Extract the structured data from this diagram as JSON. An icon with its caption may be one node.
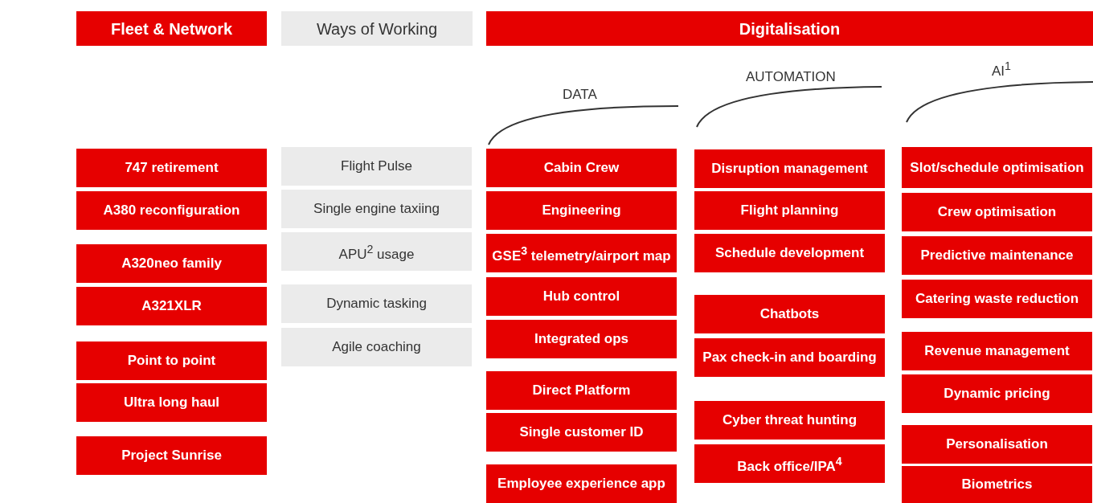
{
  "diagram": {
    "nodes": [
      {
        "text": [
          "Fleet & Network"
        ]
      },
      {
        "text": [
          "Ways of Working"
        ]
      },
      {
        "text": [
          "Digitalisation"
        ]
      },
      {
        "text": [
          "747 retirement"
        ]
      },
      {
        "text": [
          "A380 reconfiguration"
        ]
      },
      {
        "text": [
          "A320neo family"
        ]
      },
      {
        "text": [
          "A321XLR"
        ]
      },
      {
        "text": [
          "Point to point"
        ]
      },
      {
        "text": [
          "Ultra long haul"
        ]
      },
      {
        "text": [
          "Project Sunrise"
        ]
      },
      {
        "text": [
          "Flight Pulse"
        ]
      },
      {
        "text": [
          "Single engine taxiing"
        ]
      },
      {
        "text": [
          "APU$^{2}$ usage"
        ]
      },
      {
        "text": [
          "Dynamic tasking"
        ]
      },
      {
        "text": [
          "Agile coaching"
        ]
      },
      {
        "text": [
          "Cabin Crew"
        ]
      },
      {
        "text": [
          "Engineering"
        ]
      },
      {
        "text": [
          "GSE$^{3}$ telemetry/airport map"
        ]
      },
      {
        "text": [
          "Hub control"
        ]
      },
      {
        "text": [
          "Integrated ops"
        ]
      },
      {
        "text": [
          "Direct Platform"
        ]
      },
      {
        "text": [
          "Single customer ID"
        ]
      },
      {
        "text": [
          "Employee experience app"
        ]
      },
      {
        "text": [
          "Disruption management"
        ]
      },
      {
        "text": [
          "Flight planning"
        ]
      },
      {
        "text": [
          "Schedule development"
        ]
      },
      {
        "text": [
          "Chatbots"
        ]
      },
      {
        "text": [
          "Pax check-in and boarding"
        ]
      },
      {
        "text": [
          "Cyber threat hunting"
        ]
      },
      {
        "text": [
          "Back office/IPA$^{4}$"
        ]
      },
      {
        "text": [
          "Slot/schedule optimisation"
        ]
      },
      {
        "text": [
          "Crew optimisation"
        ]
      },
      {
        "text": [
          "Predictive maintenance"
        ]
      },
      {
        "text": [
          "Catering waste reduction"
        ]
      },
      {
        "text": [
          "Revenue management"
        ]
      },
      {
        "text": [
          "Dynamic pricing"
        ]
      },
      {
        "text": [
          "Personalisation"
        ]
      },
      {
        "text": [
          "Biometrics"
        ]
      }
    ],
    "labels": [
      "DATA",
      "AUTOMATION",
      "AI$^{1}$"
    ]
  }
}
